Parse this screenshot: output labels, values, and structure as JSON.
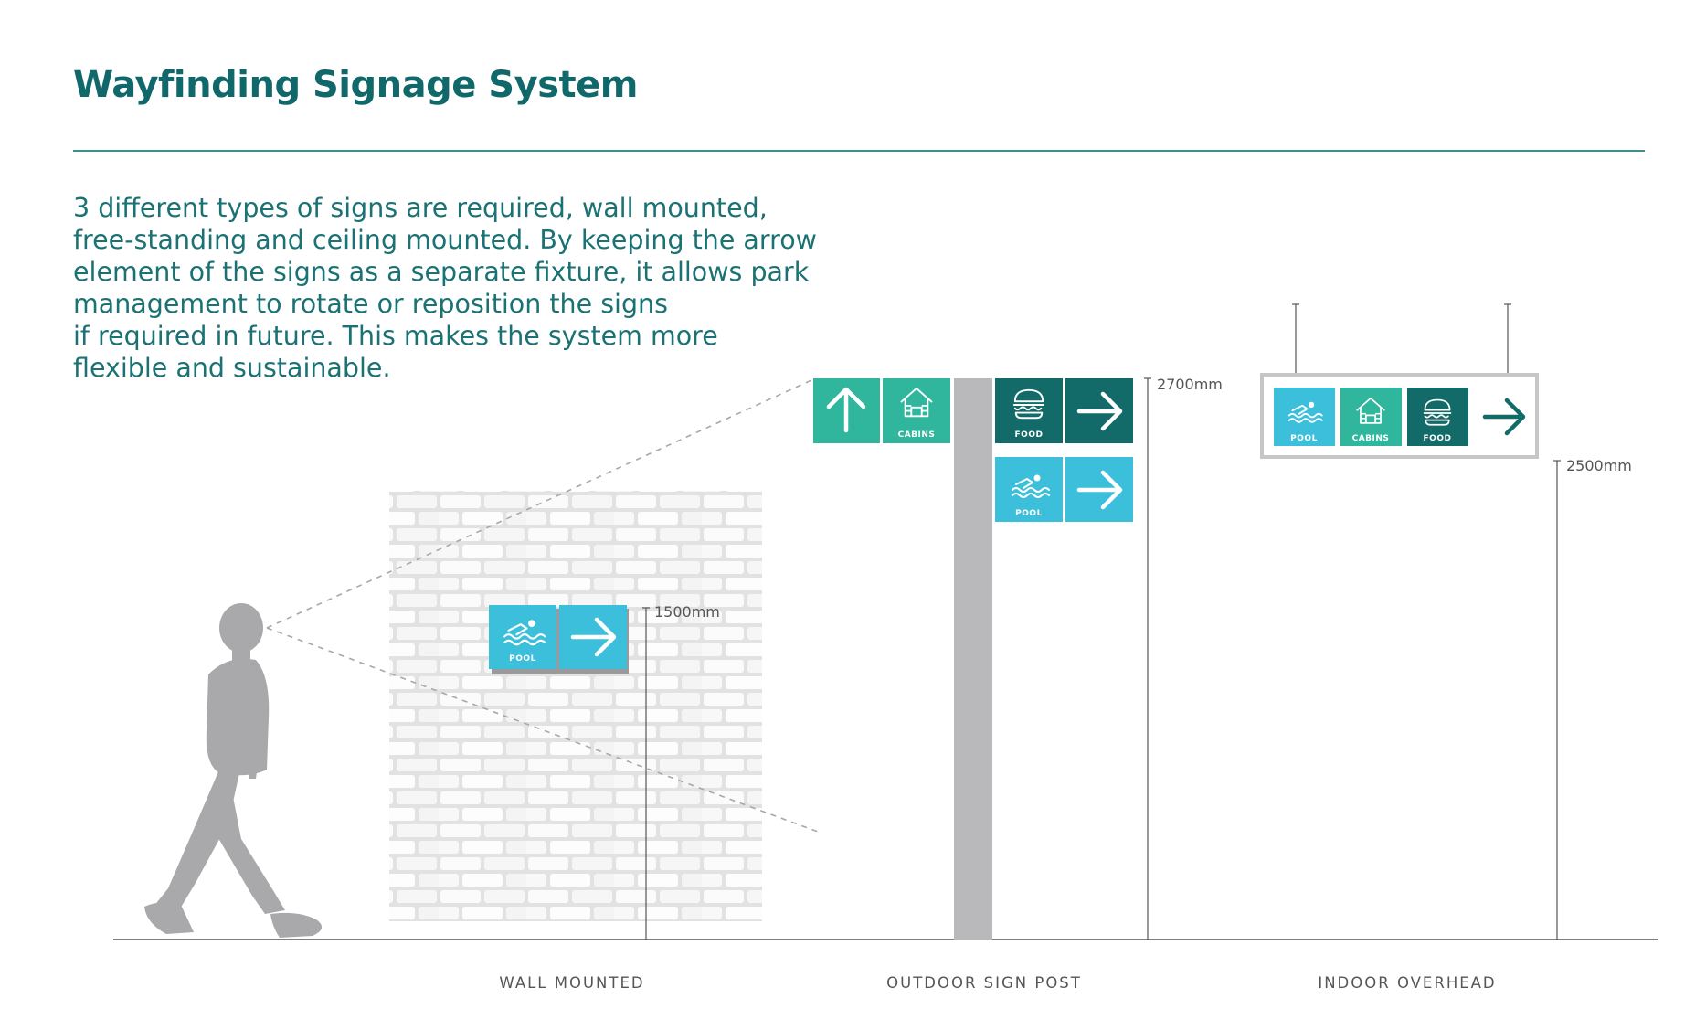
{
  "title": "Wayfinding Signage System",
  "intro_lines": [
    "3 different types of signs are required, wall mounted,",
    "free-standing and ceiling mounted. By keeping the arrow",
    "element of the signs as a separate fixture, it allows park",
    "management to rotate or reposition the signs",
    "if required in future. This makes the system more",
    "flexible and sustainable."
  ],
  "measurements": {
    "wall": "1500mm",
    "post": "2700mm",
    "overhead": "2500mm"
  },
  "captions": {
    "wall": "WALL MOUNTED",
    "post": "OUTDOOR SIGN POST",
    "overhead": "INDOOR OVERHEAD"
  },
  "sign_labels": {
    "pool": "POOL",
    "cabins": "CABINS",
    "food": "FOOD"
  },
  "colors": {
    "title": "#10686a",
    "pool": "#3bbfdb",
    "cabins": "#2fb69c",
    "food": "#126b69",
    "post": "#b9b9bb",
    "figure": "#a9a9ab",
    "frame": "#c6c6c8"
  },
  "icons": [
    "swimmer-icon",
    "house-icon",
    "burger-icon",
    "arrow-right-icon",
    "arrow-up-icon"
  ]
}
